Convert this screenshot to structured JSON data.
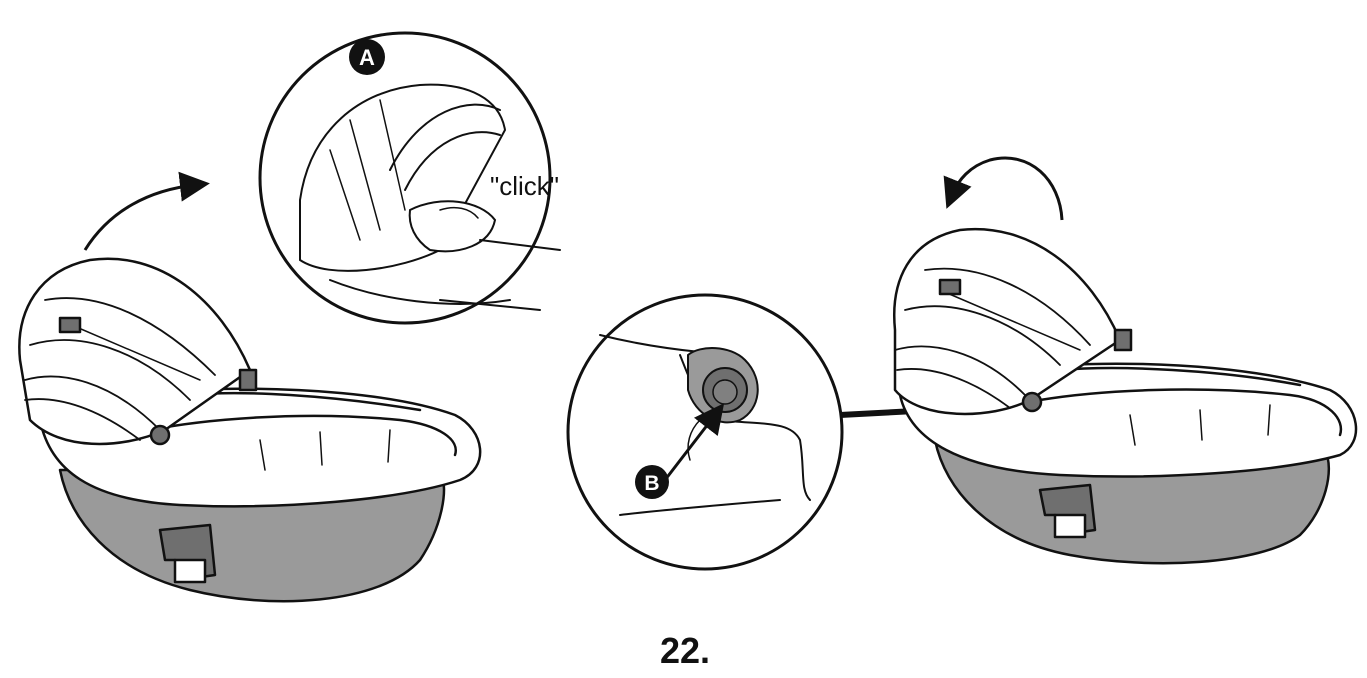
{
  "callouts": {
    "a_label": "A",
    "b_label": "B",
    "click_text": "\"click\""
  },
  "step": {
    "number": "22."
  },
  "colors": {
    "line": "#111111",
    "shell": "#9a9a9a",
    "knob": "#6f6f6f",
    "background": "#ffffff"
  }
}
